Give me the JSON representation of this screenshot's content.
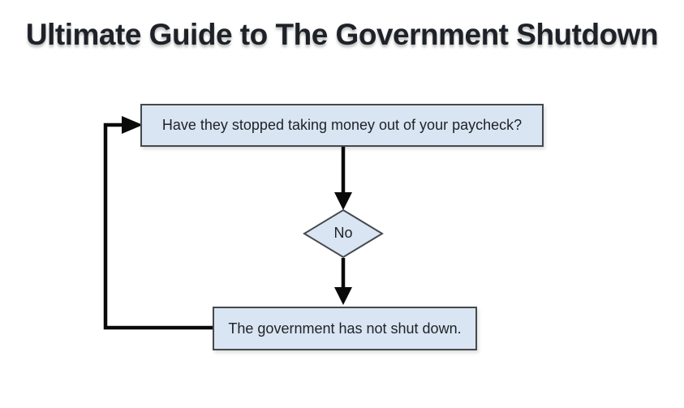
{
  "title": "Ultimate Guide to The Government Shutdown",
  "flowchart": {
    "question_box": {
      "label": "Have they stopped taking money out of your paycheck?"
    },
    "decision_diamond": {
      "label": "No"
    },
    "result_box": {
      "label": "The government has not shut down."
    },
    "colors": {
      "node_fill": "#d9e5f2",
      "node_border": "#45494e",
      "connector": "#0a0a0a",
      "text": "#1e2228",
      "background": "#ffffff"
    }
  }
}
